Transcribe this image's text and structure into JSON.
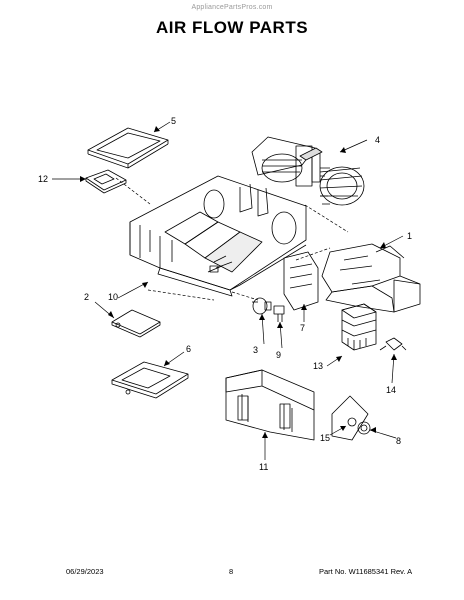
{
  "header": {
    "watermark": "AppliancePartsPros.com",
    "title": "AIR FLOW PARTS"
  },
  "callouts": {
    "c1": "1",
    "c2": "2",
    "c3": "3",
    "c4": "4",
    "c5": "5",
    "c6": "6",
    "c7": "7",
    "c8": "8",
    "c9": "9",
    "c10": "10",
    "c11": "11",
    "c12": "12",
    "c13": "13",
    "c14": "14",
    "c15": "15"
  },
  "footer": {
    "date": "06/29/2023",
    "page": "8",
    "part_number": "Part No.  W11685341  Rev.  A"
  }
}
